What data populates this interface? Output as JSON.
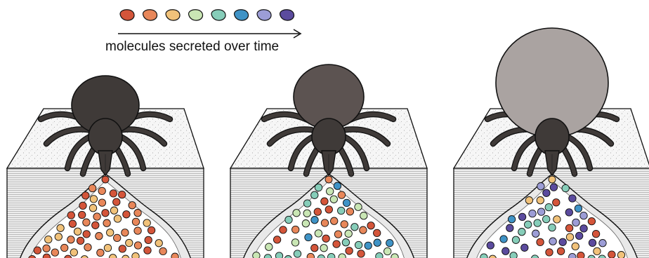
{
  "legend": {
    "caption": "molecules secreted over time",
    "palette": [
      "#d4553a",
      "#e8875a",
      "#f1c27a",
      "#c9e6b4",
      "#86cdb9",
      "#3f93c6",
      "#9c9dd6",
      "#5b4b9e"
    ]
  },
  "colors": {
    "tick_dark": "#3f3a38",
    "tick_mid": "#5c5351",
    "tick_engorged": "#aaa3a1",
    "skin_fill": "#f4f4f4",
    "lesion_fill": "#ffffff",
    "outline": "#111111"
  },
  "panels": [
    {
      "stage": "early",
      "molecule_palette_indices": [
        0,
        1,
        2
      ]
    },
    {
      "stage": "middle",
      "molecule_palette_indices": [
        1,
        3,
        4,
        5,
        0
      ]
    },
    {
      "stage": "late",
      "molecule_palette_indices": [
        2,
        4,
        6,
        7,
        5,
        0
      ]
    }
  ]
}
